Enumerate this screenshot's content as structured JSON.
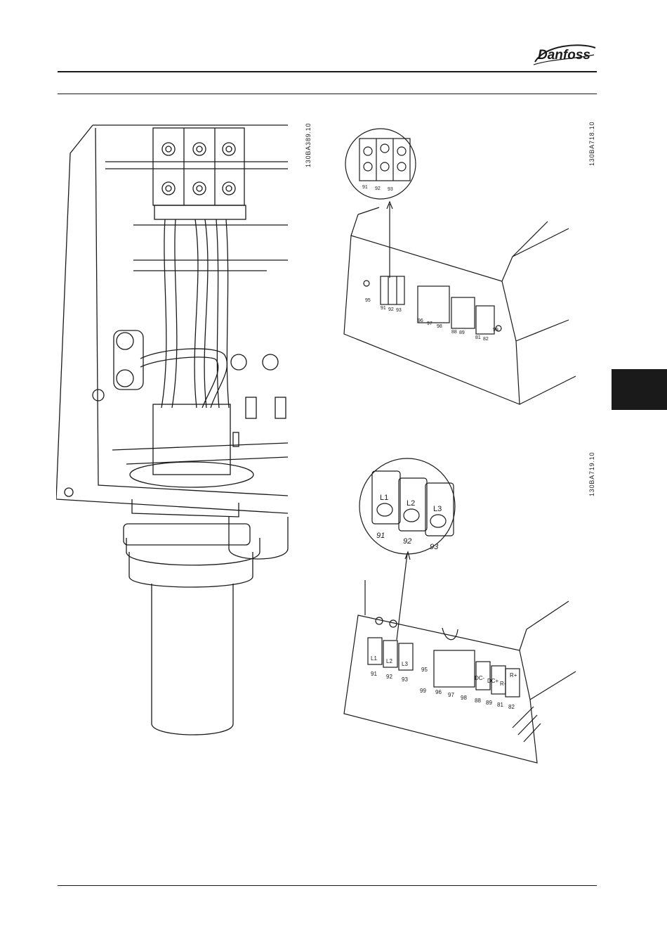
{
  "header": {
    "brand_logo": "Danfoss"
  },
  "figures": [
    {
      "code": "130BA389.10"
    },
    {
      "code": "130BA718.10",
      "zoom_labels": [
        "91",
        "92",
        "93"
      ],
      "terminal_labels": [
        "95",
        "91",
        "92",
        "93",
        "96",
        "97",
        "98",
        "88",
        "89",
        "81",
        "82",
        "99"
      ]
    },
    {
      "code": "130BA719.10",
      "zoom_phase_labels": [
        "L1",
        "L2",
        "L3"
      ],
      "zoom_labels": [
        "91",
        "92",
        "93"
      ],
      "phase_labels": [
        "L1",
        "L2",
        "L3"
      ],
      "terminal_labels": [
        "91",
        "92",
        "93",
        "95",
        "99",
        "96",
        "97",
        "98",
        "88",
        "89",
        "81",
        "82",
        "DC-",
        "DC+",
        "R-",
        "R+"
      ]
    }
  ]
}
